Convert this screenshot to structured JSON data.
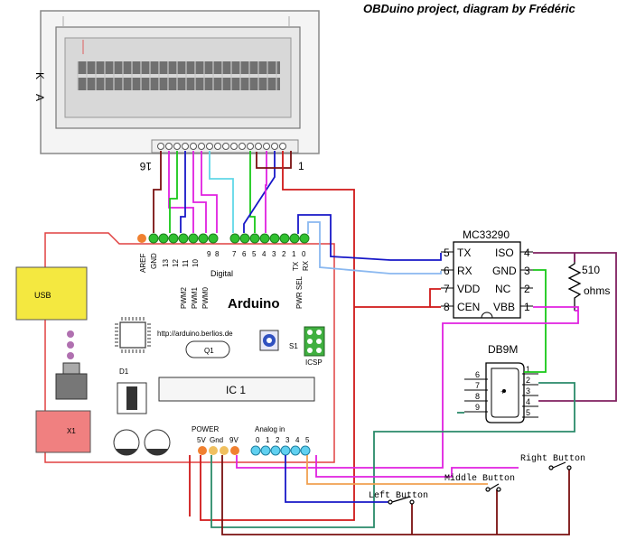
{
  "title": "OBDuino project, diagram by Frédéric",
  "lcd": {
    "pin_left_label": "16",
    "pin_right_label": "1",
    "side_label_k": "K",
    "side_label_a": "A"
  },
  "arduino": {
    "brand": "Arduino",
    "url": "http://arduino.berlios.de",
    "digital_label": "Digital",
    "aref": "AREF",
    "gnd": "GND",
    "digital_pins_left": [
      "13",
      "12",
      "11",
      "10",
      "9",
      "8"
    ],
    "digital_pins_right": [
      "7",
      "6",
      "5",
      "4",
      "3",
      "2",
      "1",
      "0"
    ],
    "tx": "TX",
    "rx": "RX",
    "pwm_labels": [
      "PWM2",
      "PWM1",
      "PWM0"
    ],
    "pwr_sel": "PWR SEL",
    "icsp": "ICSP",
    "s1": "S1",
    "osc": "Q1",
    "d1": "D1",
    "ic1": "IC 1",
    "x1": "X1",
    "usb": "USB",
    "power_label": "POWER",
    "power_pins": [
      "5V",
      "Gnd",
      "9V"
    ],
    "analog_label": "Analog in",
    "analog_pins": [
      "0",
      "1",
      "2",
      "3",
      "4",
      "5"
    ]
  },
  "mc33290": {
    "name": "MC33290",
    "left_pins": [
      {
        "num": "5",
        "name": "TX"
      },
      {
        "num": "6",
        "name": "RX"
      },
      {
        "num": "7",
        "name": "VDD"
      },
      {
        "num": "8",
        "name": "CEN"
      }
    ],
    "right_pins": [
      {
        "num": "4",
        "name": "ISO"
      },
      {
        "num": "3",
        "name": "GND"
      },
      {
        "num": "2",
        "name": "NC"
      },
      {
        "num": "1",
        "name": "VBB"
      }
    ]
  },
  "resistor": {
    "value": "510",
    "unit": "ohms"
  },
  "db9": {
    "name": "DB9M",
    "left_pins": [
      "6",
      "7",
      "8",
      "9"
    ],
    "right_pins": [
      "1",
      "2",
      "3",
      "4",
      "5"
    ]
  },
  "buttons": {
    "right": "Right Button",
    "middle": "Middle Button",
    "left": "Left Button"
  },
  "colors": {
    "red": "#d01818",
    "darkred": "#7a1010",
    "green": "#18c818",
    "blue": "#1818c8",
    "magenta": "#e020e0",
    "cyan": "#60d8e8",
    "lightblue": "#8ab8f0",
    "orange": "#f0a050",
    "purple": "#802060",
    "teal": "#2a8a6a",
    "pcb_outline": "#e04040"
  }
}
